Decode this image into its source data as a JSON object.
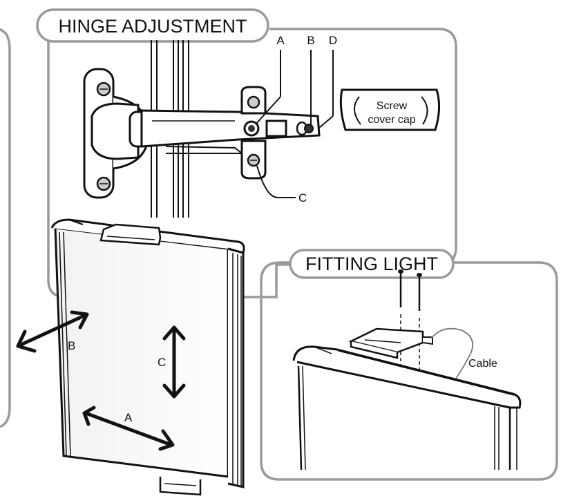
{
  "panels": {
    "hinge_adjustment": {
      "title": "HINGE ADJUSTMENT"
    },
    "fitting_light": {
      "title": "FITTING LIGHT"
    }
  },
  "hinge": {
    "screw_labels": {
      "a": "A",
      "b": "B",
      "c": "C",
      "d": "D"
    },
    "cover_cap_line1": "Screw",
    "cover_cap_line2": "cover cap"
  },
  "door": {
    "arrow_labels": {
      "a": "A",
      "b": "B",
      "c": "C"
    }
  },
  "light": {
    "cable_label": "Cable"
  },
  "colors": {
    "panel_border": "#9a9a9a",
    "line": "#111111",
    "background": "#ffffff"
  }
}
